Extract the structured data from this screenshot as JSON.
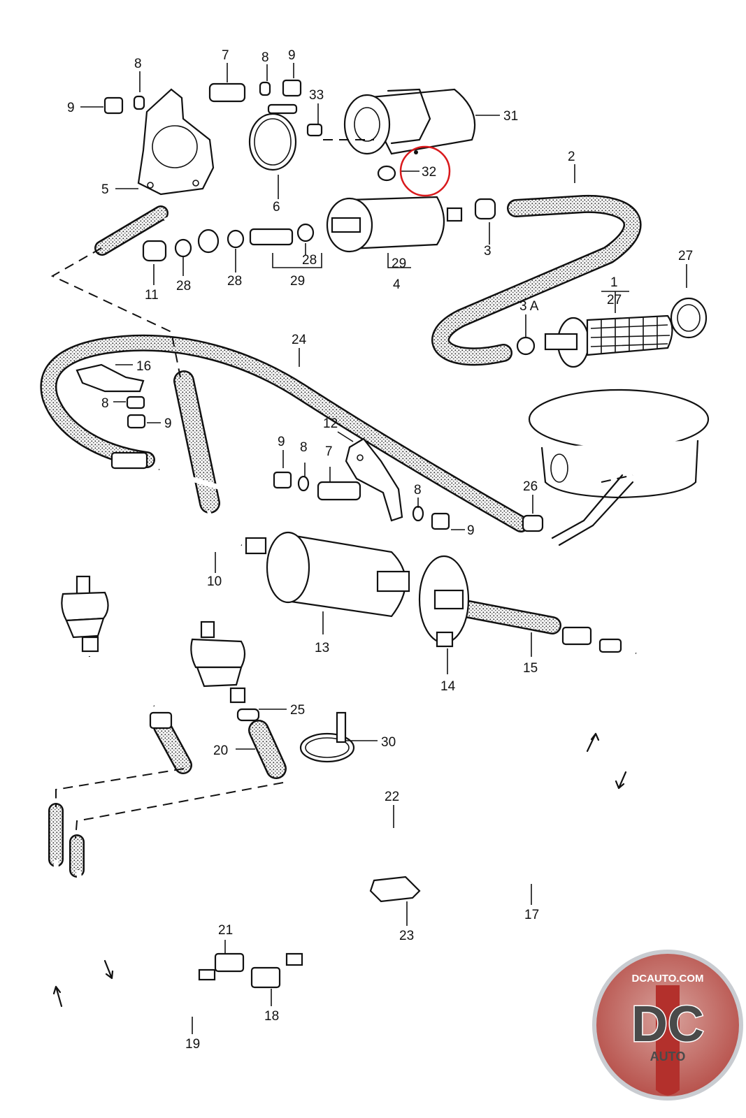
{
  "diagram": {
    "part_labels": [
      "8",
      "7",
      "8",
      "9",
      "9",
      "33",
      "31",
      "32",
      "2",
      "5",
      "6",
      "3",
      "11",
      "28",
      "28",
      "28",
      "29",
      "29",
      "4",
      "27",
      "1",
      "27",
      "3 A",
      "24",
      "16",
      "8",
      "9",
      "12",
      "9",
      "8",
      "7",
      "8",
      "9",
      "26",
      "10",
      "13",
      "14",
      "15",
      "25",
      "30",
      "20",
      "22",
      "17",
      "23",
      "21",
      "18",
      "19"
    ],
    "highlighted_label": "32"
  },
  "watermark": {
    "site": "DCAUTO.COM",
    "mark": "DC",
    "sub": "AUTO",
    "colors": {
      "ring": "#c9ccd1",
      "red": "#b3302c",
      "dark": "#4a4a4a"
    }
  }
}
